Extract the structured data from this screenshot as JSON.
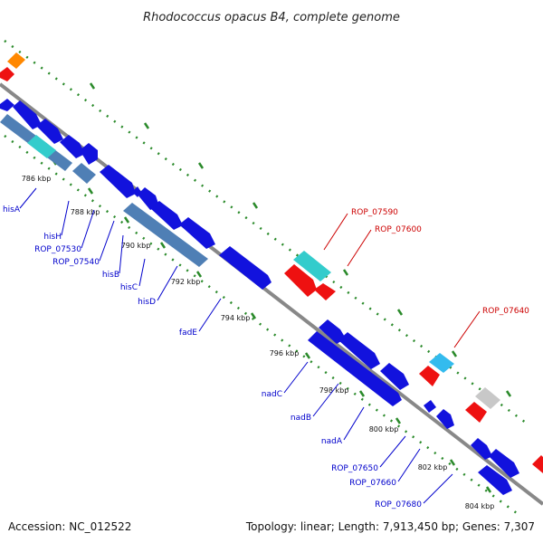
{
  "header": {
    "title": "Rhodococcus opacus B4, complete genome"
  },
  "footer": {
    "accession": "Accession: NC_012522",
    "summary": "Topology: linear; Length: 7,913,450 bp; Genes: 7,307"
  },
  "colors": {
    "backbone": "#888888",
    "tick": "#2a8a2a",
    "cds_blue": "#1212dd",
    "cds_steel": "#4f7fb5",
    "cds_cyan": "#33cccc",
    "cds_sky": "#33bbee",
    "cds_red": "#ee1111",
    "cds_orange": "#ff8800",
    "cds_gray": "#c8c8c8",
    "label_blue": "#0000cc",
    "label_red": "#cc0000"
  },
  "scale_labels": [
    "786 kbp",
    "788 kbp",
    "790 kbp",
    "792 kbp",
    "794 kbp",
    "796 kbp",
    "798 kbp",
    "800 kbp",
    "802 kbp",
    "804 kbp"
  ],
  "gene_labels_lower": [
    "hisA",
    "hisH",
    "ROP_07530",
    "ROP_07540",
    "hisB",
    "hisC",
    "hisD",
    "fadE",
    "nadC",
    "nadB",
    "nadA",
    "ROP_07650",
    "ROP_07660",
    "ROP_07680"
  ],
  "gene_labels_upper": [
    "ROP_07590",
    "ROP_07600",
    "ROP_07640"
  ]
}
